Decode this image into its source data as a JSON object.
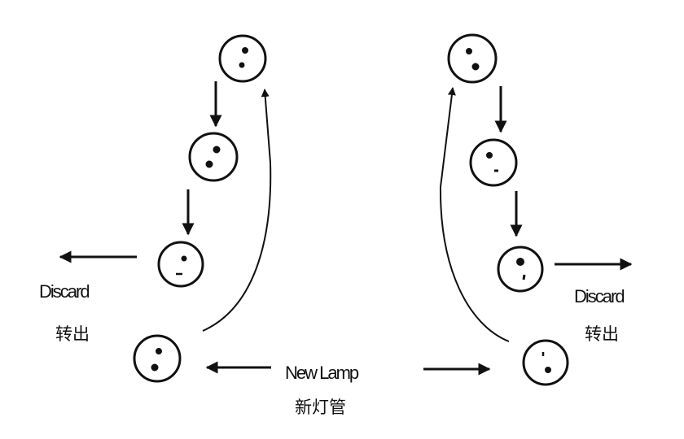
{
  "labels": {
    "left_discard": "Discard",
    "left_discard_cn": "转出",
    "right_discard": "Discard",
    "right_discard_cn": "转出",
    "new_lamp": "New Lamp",
    "new_lamp_cn": "新灯管"
  },
  "colors": {
    "ink": "#111111",
    "background": "#ffffff"
  }
}
